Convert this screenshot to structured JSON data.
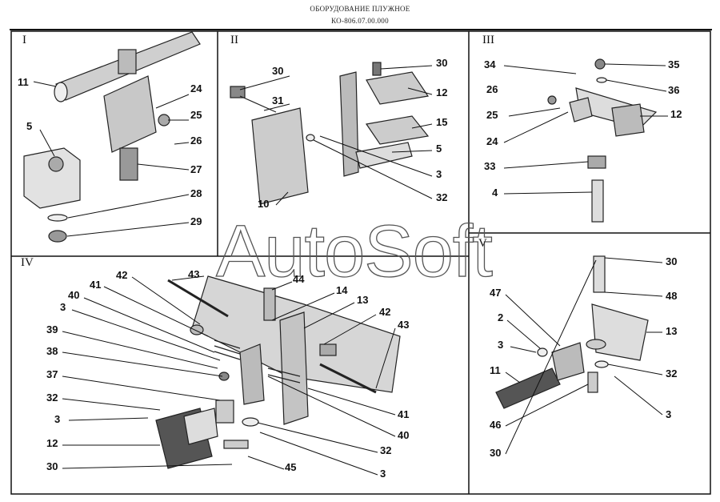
{
  "header": {
    "title": "ОБОРУДОВАНИЕ ПЛУЖНОЕ",
    "code": "КО-806.07.00.000"
  },
  "watermark": "AutoSoft",
  "panels": {
    "p1": {
      "name": "I",
      "callouts": [
        "11",
        "24",
        "25",
        "26",
        "5",
        "27",
        "28",
        "29"
      ]
    },
    "p2": {
      "name": "II",
      "callouts": [
        "30",
        "31",
        "30",
        "12",
        "15",
        "5",
        "3",
        "32",
        "10"
      ]
    },
    "p3": {
      "name": "III",
      "callouts": [
        "34",
        "35",
        "26",
        "36",
        "25",
        "12",
        "24",
        "33",
        "4"
      ]
    },
    "p4": {
      "name": "IV",
      "callouts": [
        "43",
        "42",
        "44",
        "41",
        "14",
        "40",
        "13",
        "3",
        "42",
        "39",
        "43",
        "38",
        "37",
        "32",
        "41",
        "3",
        "40",
        "12",
        "32",
        "30",
        "45",
        "3"
      ]
    },
    "p5": {
      "name": "V",
      "callouts": [
        "30",
        "48",
        "47",
        "2",
        "13",
        "3",
        "11",
        "32",
        "3",
        "46",
        "30"
      ]
    }
  }
}
